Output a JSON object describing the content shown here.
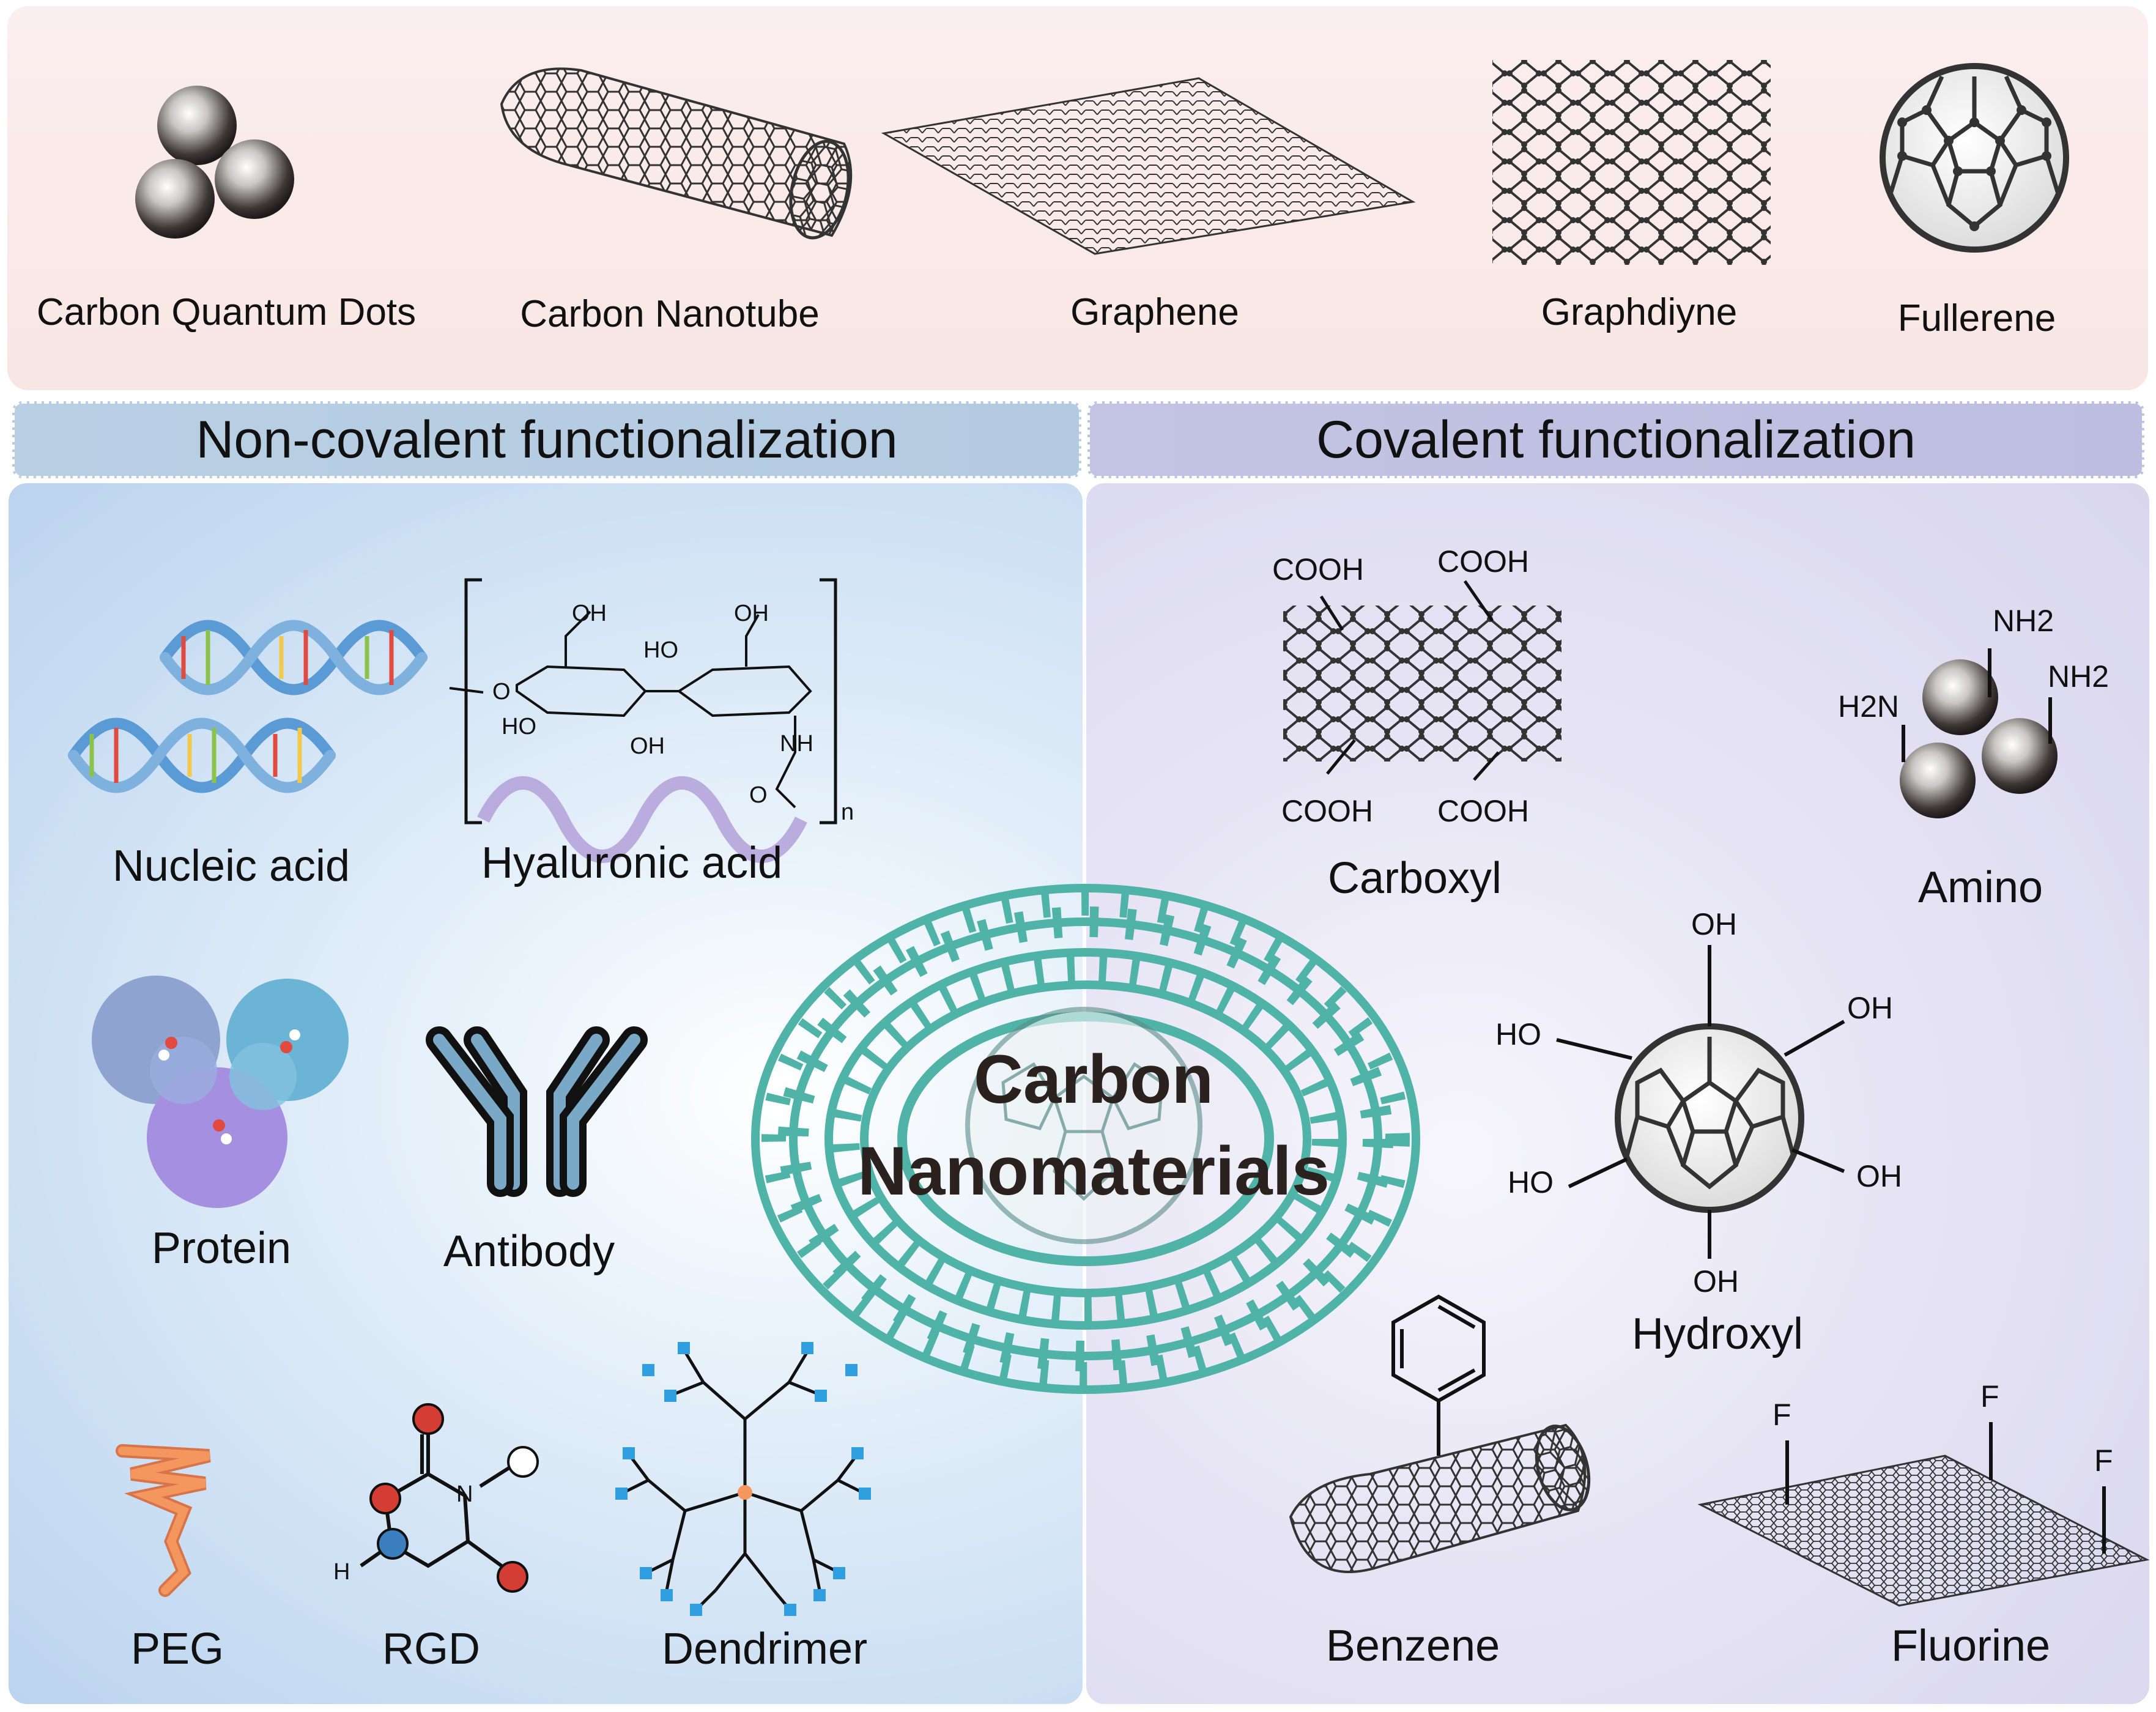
{
  "top_row": {
    "items": [
      {
        "label": "Carbon Quantum Dots"
      },
      {
        "label": "Carbon Nanotube"
      },
      {
        "label": "Graphene"
      },
      {
        "label": "Graphdiyne"
      },
      {
        "label": "Fullerene"
      }
    ]
  },
  "banners": {
    "left": "Non-covalent functionalization",
    "right": "Covalent functionalization"
  },
  "non_covalent": {
    "nucleic_acid": "Nucleic acid",
    "hyaluronic_acid": "Hyaluronic acid",
    "protein": "Protein",
    "antibody": "Antibody",
    "peg": "PEG",
    "rgd": "RGD",
    "dendrimer": "Dendrimer"
  },
  "center": {
    "line1": "Carbon",
    "line2": "Nanomaterials"
  },
  "covalent": {
    "carboxyl": "Carboxyl",
    "amino": "Amino",
    "hydroxyl": "Hydroxyl",
    "benzene": "Benzene",
    "fluorine": "Fluorine"
  },
  "chem_labels": {
    "cooh": "COOH",
    "nh2_left": "H2N",
    "nh2": "NH2",
    "oh": "OH",
    "ho": "HO",
    "f": "F",
    "ha_oh": "OH",
    "ha_ho": "HO",
    "ha_o": "O",
    "ha_nh": "NH",
    "ha_n": "n",
    "rgd_n": "N",
    "rgd_h": "H"
  },
  "colors": {
    "top_panel": "#f8e6e4",
    "left_panel": "#c7dcf2",
    "right_panel": "#d9d6ee",
    "teal_ring": "#4fb3a7",
    "dna_blue": "#5b9bd5",
    "peg_orange": "#f4975f",
    "dendrimer_blue": "#2f9fe0",
    "rgd_red": "#d33d33",
    "rgd_blue": "#3b7fbf"
  }
}
